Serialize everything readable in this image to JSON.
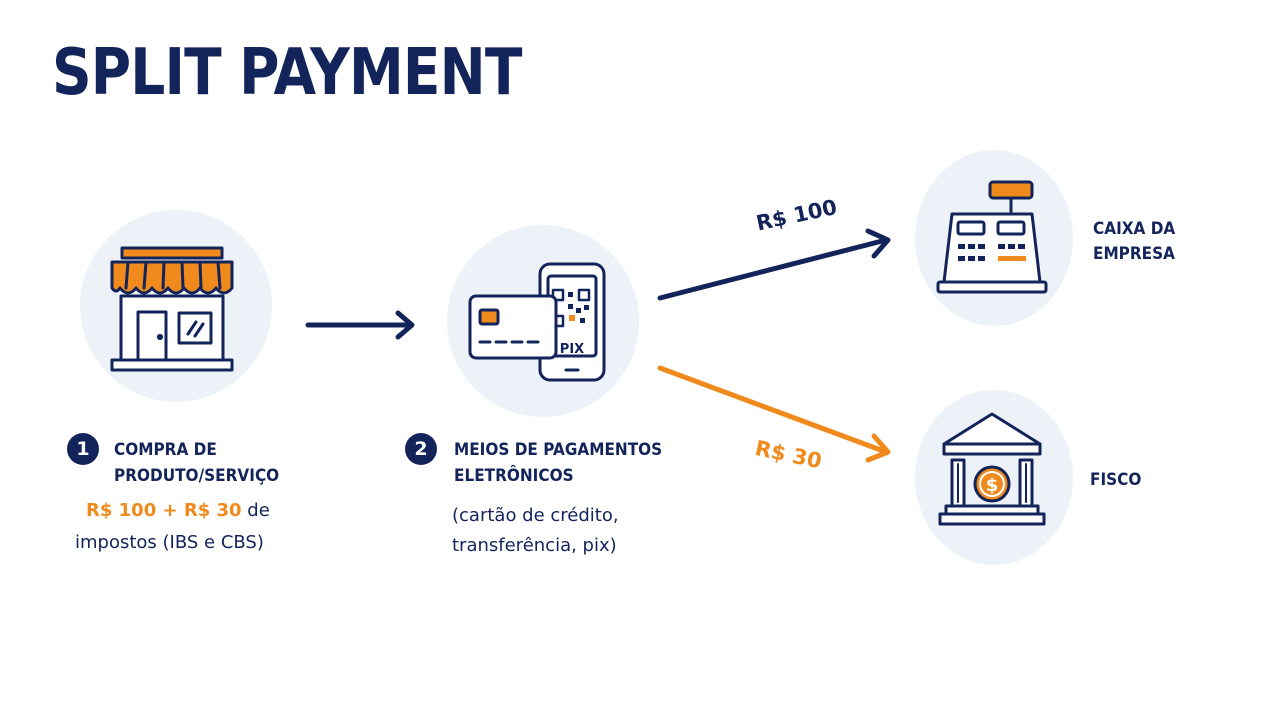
{
  "title": "SPLIT PAYMENT",
  "colors": {
    "navy": "#13245a",
    "orange": "#f08a1c",
    "circle": "#edf1f8"
  },
  "steps": [
    {
      "number": "1",
      "title_lines": [
        "COMPRA DE",
        "PRODUTO/SERVIÇO"
      ],
      "price_part1": "R$ 100",
      "price_plus": " + ",
      "price_part2": "R$ 30",
      "price_suffix": " de",
      "detail": "impostos (IBS e CBS)",
      "icon": "storefront-icon"
    },
    {
      "number": "2",
      "title_lines": [
        "MEIOS DE PAGAMENTOS",
        "ELETRÔNICOS"
      ],
      "detail_lines": [
        "(cartão de crédito,",
        "transferência, pix)"
      ],
      "icon": "card-and-phone-icon",
      "phone_label": "PIX"
    }
  ],
  "flows": [
    {
      "amount": "R$ 100",
      "destination_lines": [
        "CAIXA DA",
        "EMPRESA"
      ],
      "icon": "cash-register-icon"
    },
    {
      "amount": "R$ 30",
      "destination_lines": [
        "FISCO"
      ],
      "icon": "government-bank-icon",
      "coin_symbol": "$"
    }
  ]
}
